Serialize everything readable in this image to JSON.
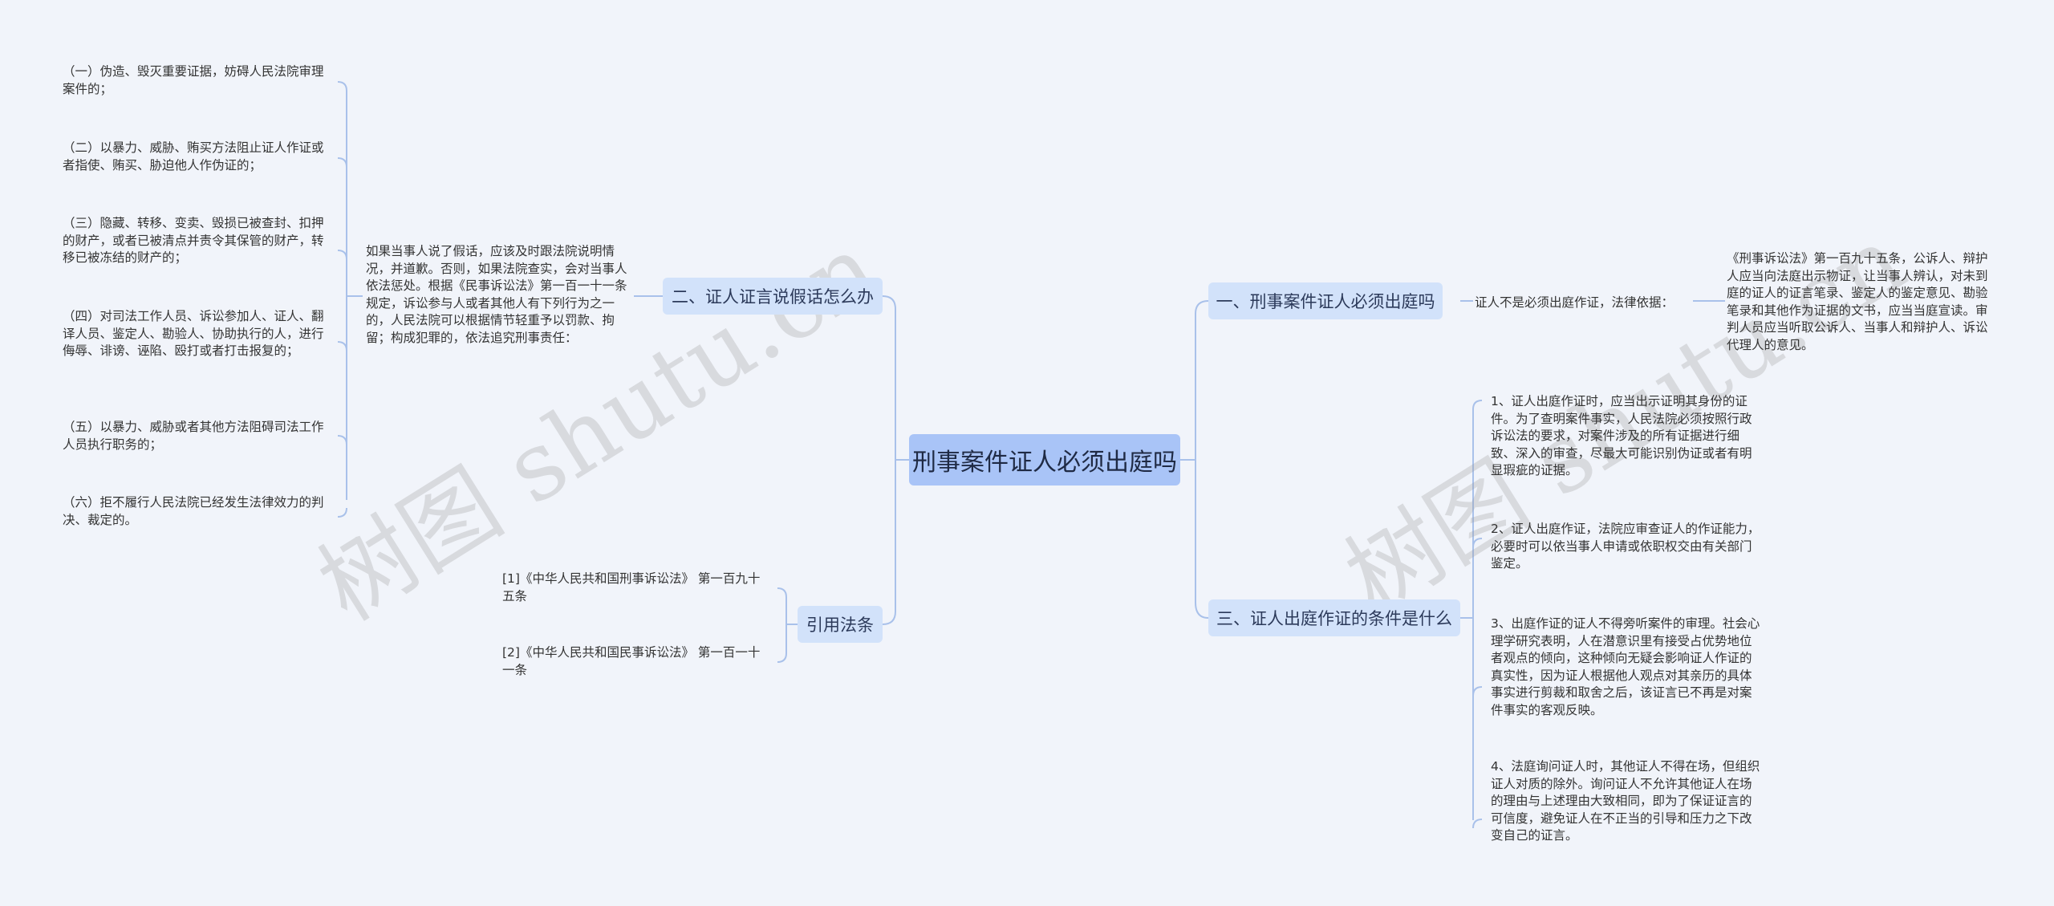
{
  "root": "刑事案件证人必须出庭吗",
  "branches": {
    "b1": {
      "label": "一、刑事案件证人必须出庭吗",
      "note": "证人不是必须出庭作证，法律依据：",
      "detail": "《刑事诉讼法》第一百九十五条，公诉人、辩护人应当向法庭出示物证，让当事人辨认，对未到庭的证人的证言笔录、鉴定人的鉴定意见、勘验笔录和其他作为证据的文书，应当当庭宣读。审判人员应当听取公诉人、当事人和辩护人、诉讼代理人的意见。"
    },
    "b2": {
      "label": "二、证人证言说假话怎么办",
      "summary": "如果当事人说了假话，应该及时跟法院说明情况，并道歉。否则，如果法院查实，会对当事人依法惩处。根据《民事诉讼法》第一百一十一条规定，诉讼参与人或者其他人有下列行为之一的，人民法院可以根据情节轻重予以罚款、拘留；构成犯罪的，依法追究刑事责任：",
      "items": [
        "（一）伪造、毁灭重要证据，妨碍人民法院审理案件的；",
        "（二）以暴力、威胁、贿买方法阻止证人作证或者指使、贿买、胁迫他人作伪证的；",
        "（三）隐藏、转移、变卖、毁损已被查封、扣押的财产，或者已被清点并责令其保管的财产，转移已被冻结的财产的；",
        "（四）对司法工作人员、诉讼参加人、证人、翻译人员、鉴定人、勘验人、协助执行的人，进行侮辱、诽谤、诬陷、殴打或者打击报复的；",
        "（五）以暴力、威胁或者其他方法阻碍司法工作人员执行职务的；",
        "（六）拒不履行人民法院已经发生法律效力的判决、裁定的。"
      ]
    },
    "b3": {
      "label": "三、证人出庭作证的条件是什么",
      "items": [
        "1、证人出庭作证时，应当出示证明其身份的证件。为了查明案件事实，人民法院必须按照行政诉讼法的要求，对案件涉及的所有证据进行细致、深入的审查，尽最大可能识别伪证或者有明显瑕疵的证据。",
        "2、证人出庭作证，法院应审查证人的作证能力，必要时可以依当事人申请或依职权交由有关部门鉴定。",
        "3、出庭作证的证人不得旁听案件的审理。社会心理学研究表明，人在潜意识里有接受占优势地位者观点的倾向，这种倾向无疑会影响证人作证的真实性，因为证人根据他人观点对其亲历的具体事实进行剪裁和取舍之后，该证言已不再是对案件事实的客观反映。",
        "4、法庭询问证人时，其他证人不得在场，但组织证人对质的除外。询问证人不允许其他证人在场的理由与上述理由大致相同，即为了保证证言的可信度，避免证人在不正当的引导和压力之下改变自己的证言。"
      ]
    },
    "b4": {
      "label": "引用法条",
      "items": [
        "[1]《中华人民共和国刑事诉讼法》 第一百九十五条",
        "[2]《中华人民共和国民事诉讼法》 第一百一十一条"
      ]
    }
  },
  "watermarks": [
    "树图 shutu.cn",
    "树图 shutu.cn"
  ],
  "colors": {
    "background": "#f1f4fa",
    "root": "#a9c4f7",
    "branch": "#d2e2fa",
    "line": "#a9c1ea"
  }
}
